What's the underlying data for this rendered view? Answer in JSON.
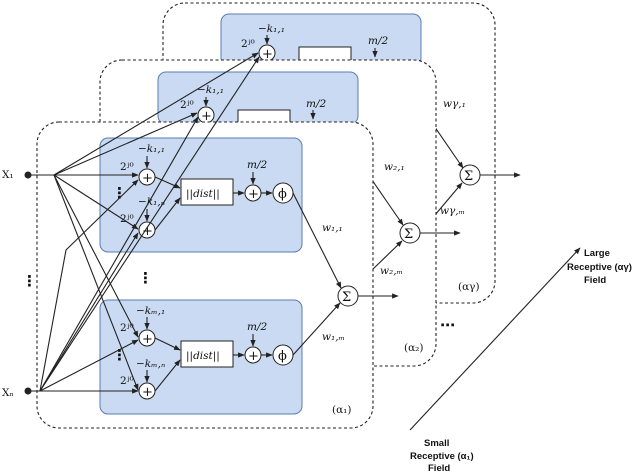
{
  "inputs": {
    "x1": "X₁",
    "xn": "Xₙ"
  },
  "labels": {
    "two_j0": "2ʲ⁰",
    "k11": "−k₁,₁",
    "k1n": "−k₁,ₙ",
    "kM1": "−kₘ,₁",
    "kMn": "−kₘ,ₙ",
    "m2": "m/2",
    "dist": "||dist||",
    "phi": "ϕ",
    "plus": "+",
    "sigma": "Σ",
    "dots": "⋮",
    "hdots": "⋯"
  },
  "weights": {
    "w11": "w₁,₁",
    "w1M": "w₁,ₘ",
    "w21": "w₂,₁",
    "w2M": "w₂,ₘ",
    "wg1": "wγ,₁",
    "wgM": "wγ,ₘ"
  },
  "scales": {
    "a1": "(α₁)",
    "a2": "(α₂)",
    "ag": "(αγ)"
  },
  "legend": {
    "large": [
      "Large",
      "Receptive (αγ)",
      "Field"
    ],
    "small": [
      "Small",
      "Receptive (α₁)",
      "Field"
    ]
  }
}
